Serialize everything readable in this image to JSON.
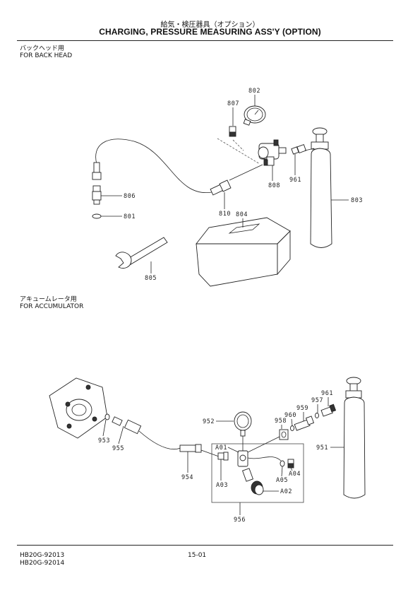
{
  "header": {
    "title_jp": "給気・検圧器具（オプション）",
    "title_en": "CHARGING, PRESSURE MEASURING ASS'Y (OPTION)"
  },
  "section_back_head": {
    "label_jp": "バックヘッド用",
    "label_en": "FOR BACK HEAD",
    "callouts": [
      "802",
      "807",
      "806",
      "801",
      "808",
      "961",
      "803",
      "810",
      "804",
      "805"
    ]
  },
  "section_accumulator": {
    "label_jp": "アキュームレータ用",
    "label_en": "FOR ACCUMULATOR",
    "callouts": [
      "961",
      "957",
      "959",
      "960",
      "958",
      "952",
      "953",
      "955",
      "951",
      "A01",
      "A04",
      "A05",
      "954",
      "A03",
      "A02",
      "956"
    ]
  },
  "footer": {
    "model_1": "HB20G-92013",
    "model_2": "HB20G-92014",
    "page": "15-01"
  }
}
